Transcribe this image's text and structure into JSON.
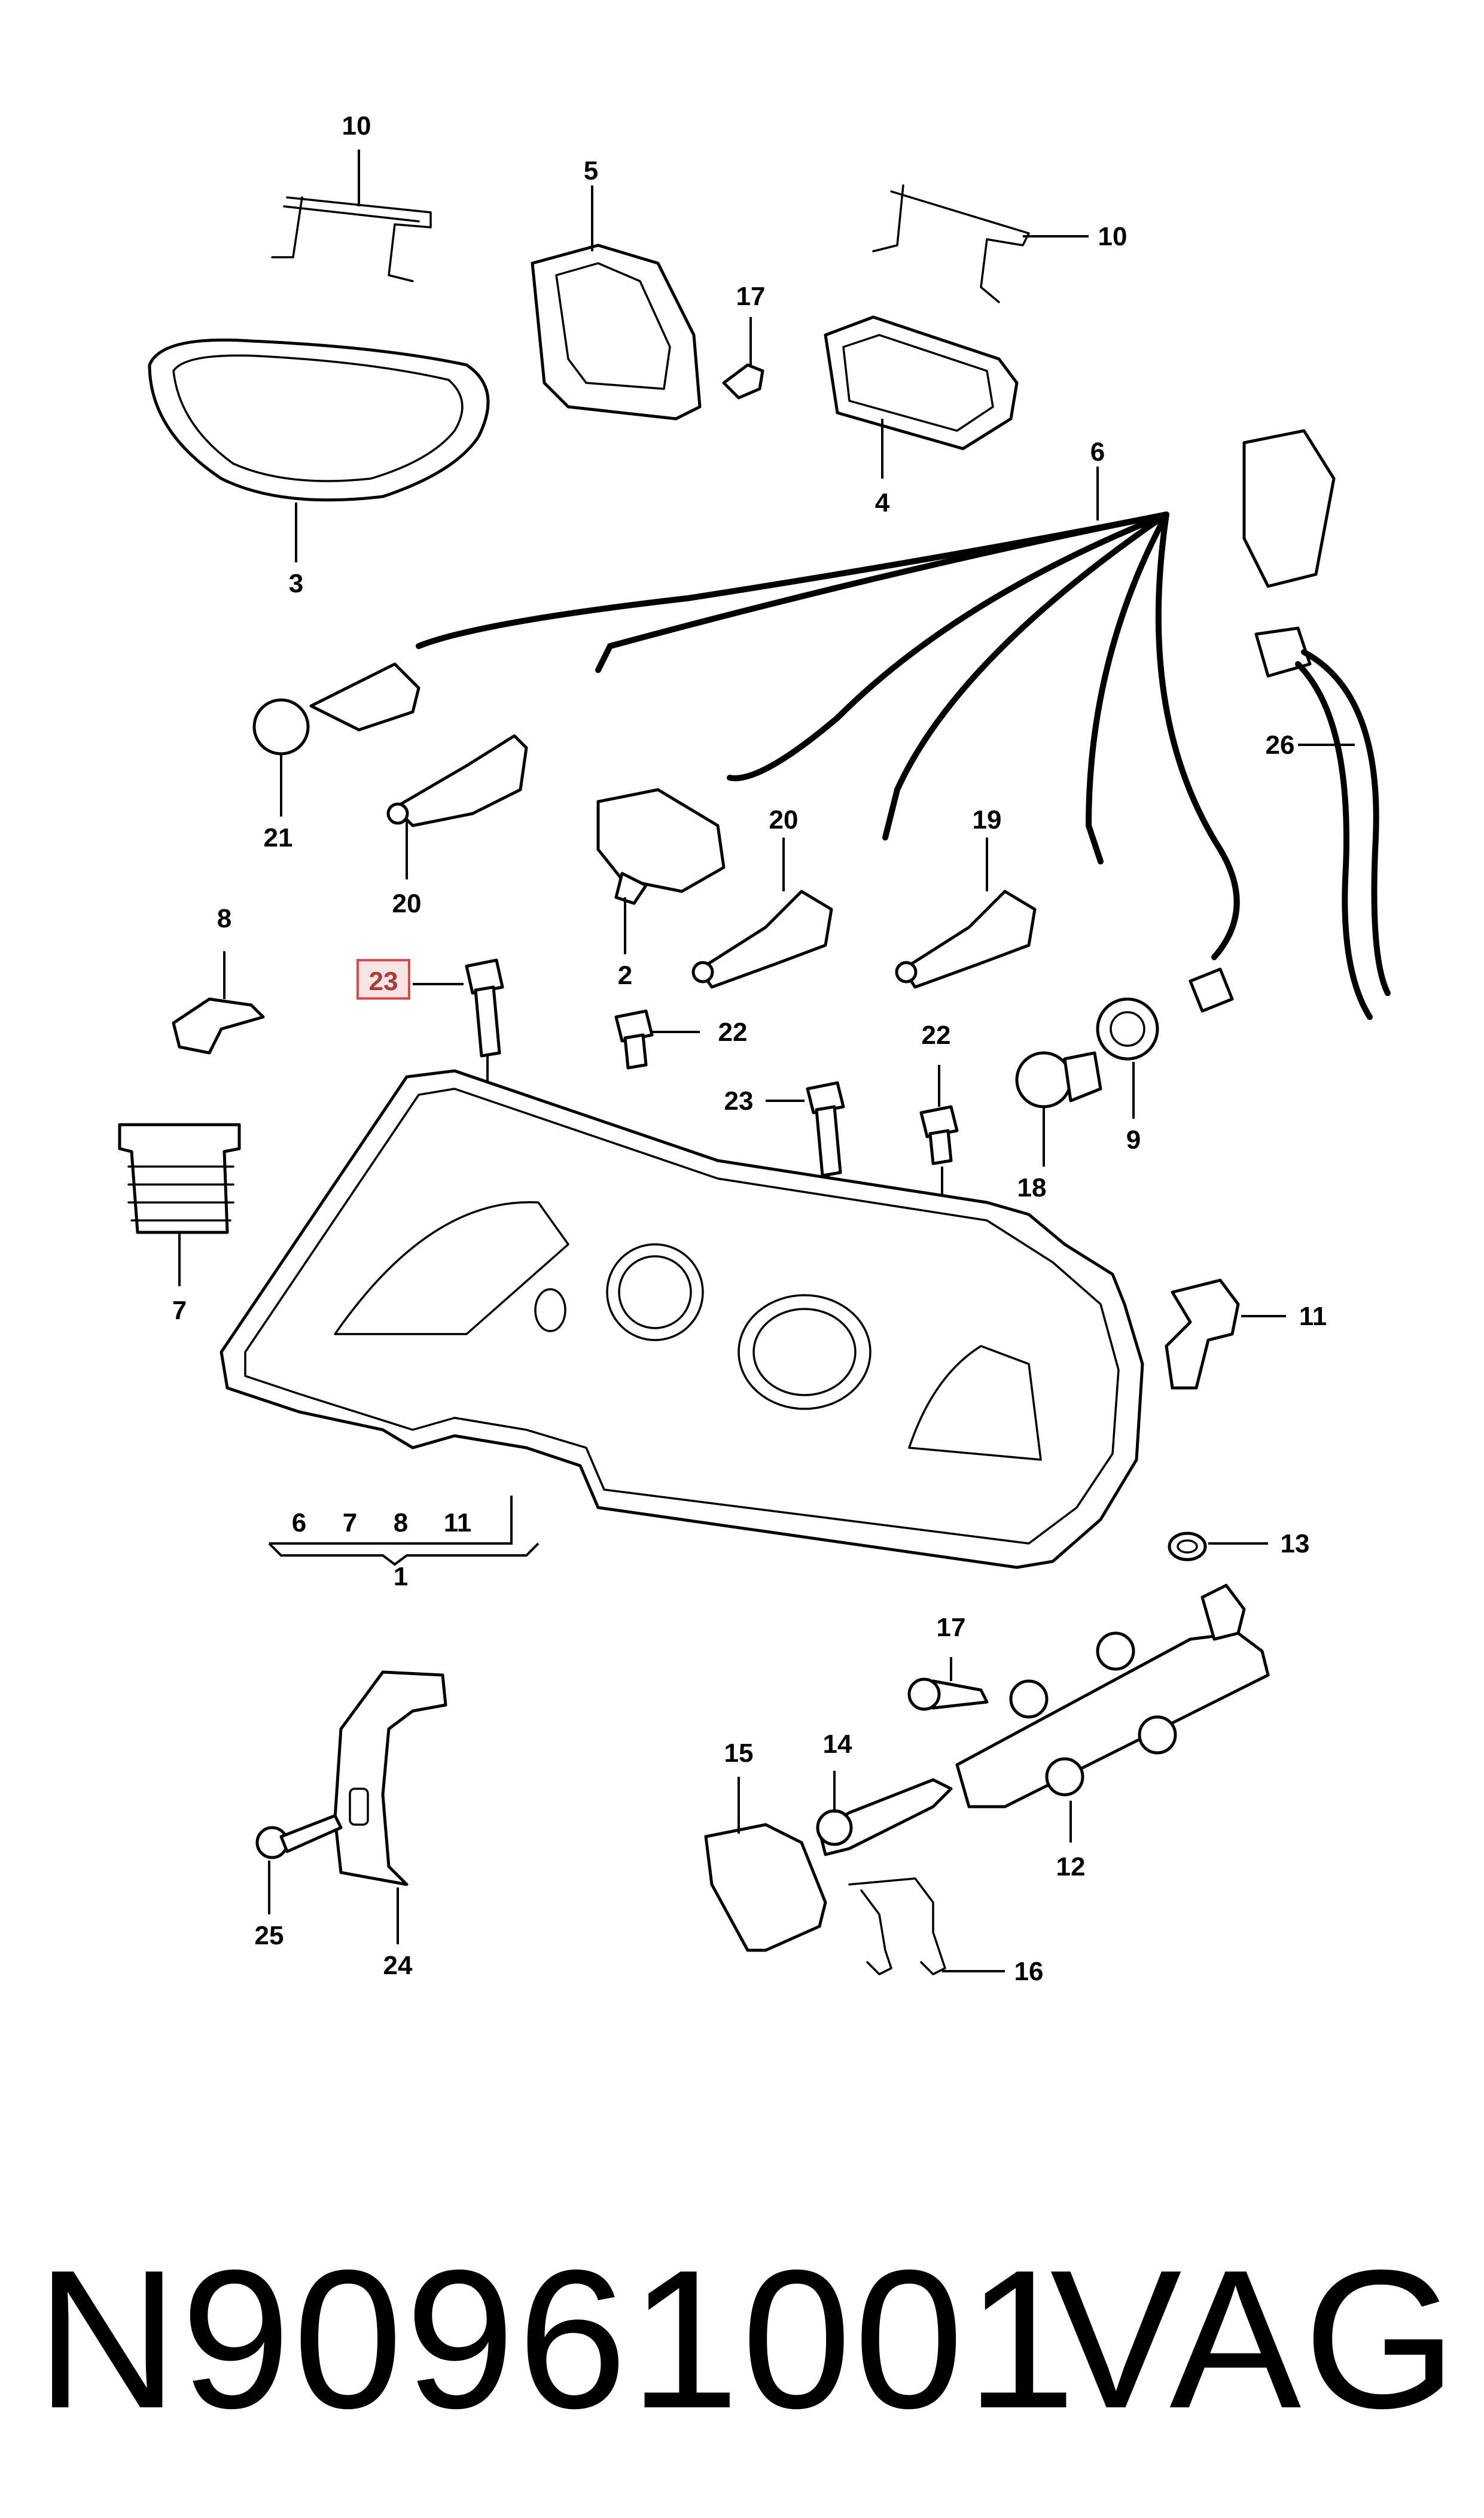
{
  "callouts": {
    "c10a": "10",
    "c5": "5",
    "c10b": "10",
    "c17a": "17",
    "c3": "3",
    "c4": "4",
    "c6a": "6",
    "c26": "26",
    "c21": "21",
    "c20a": "20",
    "c2": "2",
    "c20b": "20",
    "c19": "19",
    "c8": "8",
    "c23a": "23",
    "c22a": "22",
    "c22b": "22",
    "c23b": "23",
    "c7": "7",
    "c9": "9",
    "c18": "18",
    "c11a": "11",
    "c13": "13",
    "c17b": "17",
    "c14": "14",
    "c15": "15",
    "c12": "12",
    "c16": "16",
    "c25": "25",
    "c24": "24",
    "c1": "1",
    "sub6": "6",
    "sub7": "7",
    "sub8": "8",
    "sub11": "11"
  },
  "highlighted_callout": "23",
  "footer": {
    "part_number": "N90961001",
    "brand": "VAG"
  },
  "colors": {
    "highlight_fill": "#f7e4e4",
    "highlight_stroke": "#d94a4a",
    "highlight_text": "#a83a3a"
  }
}
